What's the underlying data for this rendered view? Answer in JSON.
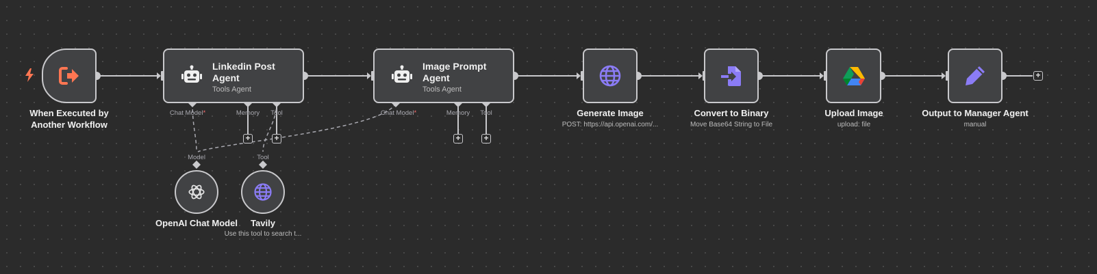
{
  "canvas": {
    "background": "#2b2b2b",
    "node_fill": "#414244",
    "node_border": "#c9c9cc",
    "accent_purple": "#8b7cf6",
    "accent_orange": "#ff7652"
  },
  "nodes": {
    "trigger": {
      "title": "When Executed by\nAnother Workflow",
      "icon": "sign-out-arrow-icon"
    },
    "linkedin_agent": {
      "title": "Linkedin Post\nAgent",
      "subtitle": "Tools Agent",
      "icon": "robot-icon",
      "ports": {
        "chat_model": "Chat Model",
        "memory": "Memory",
        "tool": "Tool"
      }
    },
    "image_prompt_agent": {
      "title": "Image Prompt\nAgent",
      "subtitle": "Tools Agent",
      "icon": "robot-icon",
      "ports": {
        "chat_model": "Chat Model",
        "memory": "Memory",
        "tool": "Tool"
      }
    },
    "generate_image": {
      "title": "Generate Image",
      "subtitle": "POST: https://api.openai.com/...",
      "icon": "globe-icon"
    },
    "convert_to_binary": {
      "title": "Convert to Binary",
      "subtitle": "Move Base64 String to File",
      "icon": "file-import-icon"
    },
    "upload_image": {
      "title": "Upload Image",
      "subtitle": "upload: file",
      "icon": "google-drive-icon"
    },
    "output_manager": {
      "title": "Output to Manager Agent",
      "subtitle": "manual",
      "icon": "pencil-icon"
    },
    "openai_chat": {
      "title": "OpenAI Chat Model",
      "port": "Model",
      "icon": "openai-icon"
    },
    "tavily": {
      "title": "Tavily",
      "subtitle": "Use this tool to search t...",
      "port": "Tool",
      "icon": "globe-icon"
    }
  },
  "required_marker": "*",
  "plus_symbol": "+"
}
